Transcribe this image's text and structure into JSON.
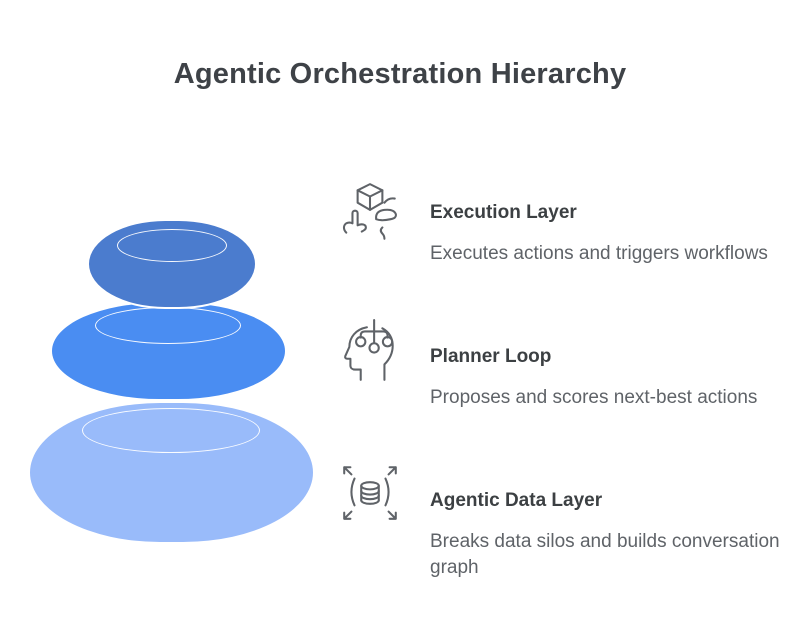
{
  "title": "Agentic Orchestration Hierarchy",
  "background_color": "#ffffff",
  "text_colors": {
    "title": "#3e4247",
    "heading": "#3c4043",
    "description": "#5f6368",
    "icon_stroke": "#5f6368"
  },
  "stone_outline_color": "#ffffff",
  "layers": [
    {
      "id": "execution",
      "icon": "cube-tap-icon",
      "heading": "Execution Layer",
      "description": "Executes actions and triggers workflows",
      "stone_color": "#4b7cce",
      "stone_position": "top"
    },
    {
      "id": "planner",
      "icon": "head-decision-tree-icon",
      "heading": "Planner Loop",
      "description": "Proposes and scores next-best actions",
      "stone_color": "#4a8df2",
      "stone_position": "middle"
    },
    {
      "id": "data",
      "icon": "database-expand-icon",
      "heading": "Agentic Data Layer",
      "description": "Breaks data silos and builds conversation graph",
      "stone_color": "#99bbfa",
      "stone_position": "bottom"
    }
  ]
}
